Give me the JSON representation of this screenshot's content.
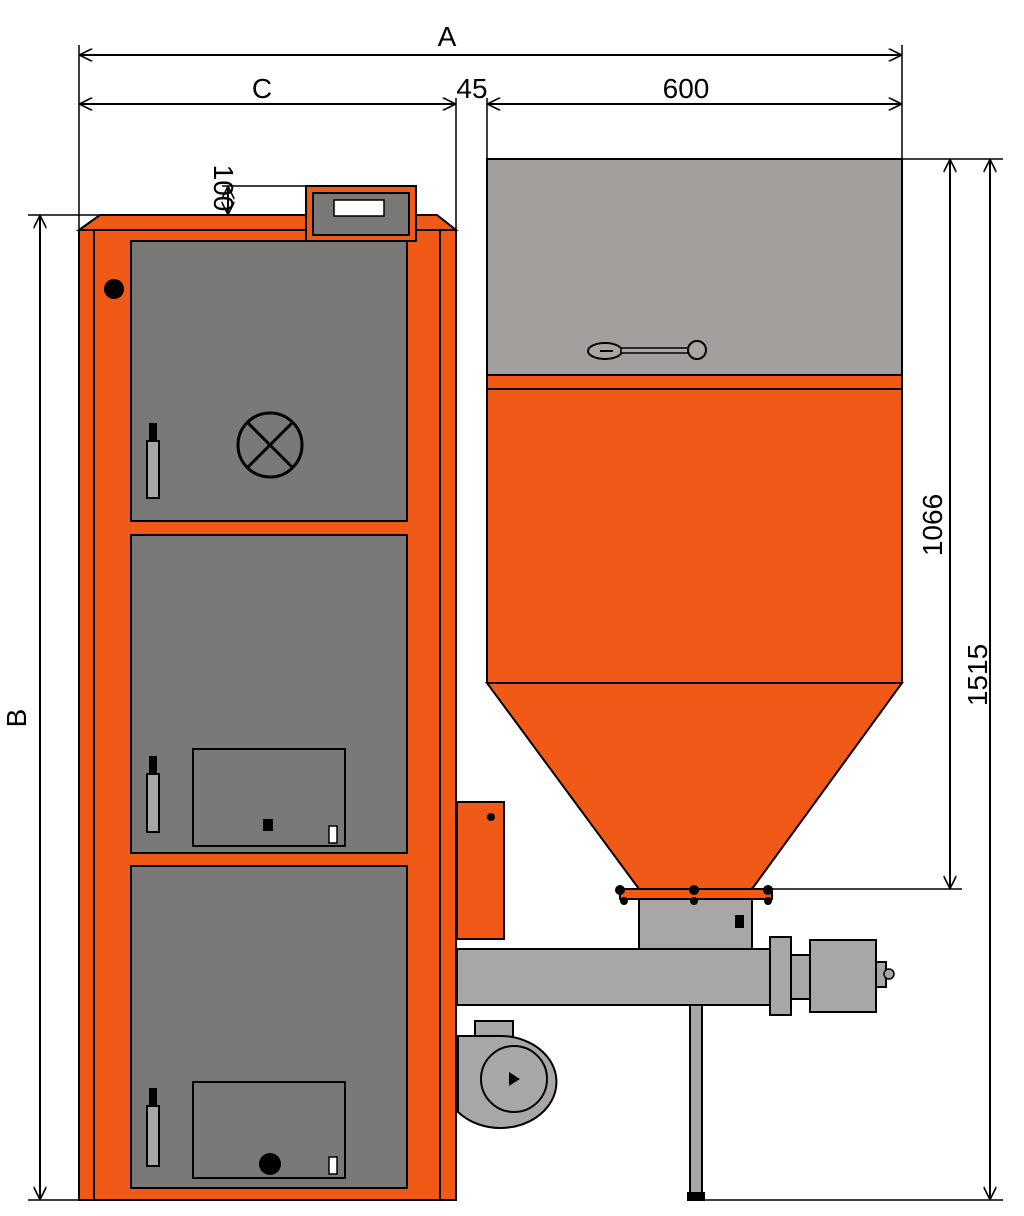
{
  "colors": {
    "boiler_orange": "#f15a16",
    "panel_grey": "#7b7977",
    "hopper_grey": "#a29f9d",
    "component_grey": "#a9a7a5",
    "outline": "#000000"
  },
  "dimensions": {
    "overall_width": "A",
    "boiler_width": "C",
    "gap": "45",
    "hopper_width": "600",
    "controller_offset": "100",
    "boiler_height": "B",
    "hopper_body_height": "1066",
    "hopper_total_height": "1515"
  },
  "icons": {
    "hopper_handle": "lever-handle-icon",
    "cleaning_port": "circle-x-icon",
    "fan_motor": "play-triangle-icon"
  }
}
